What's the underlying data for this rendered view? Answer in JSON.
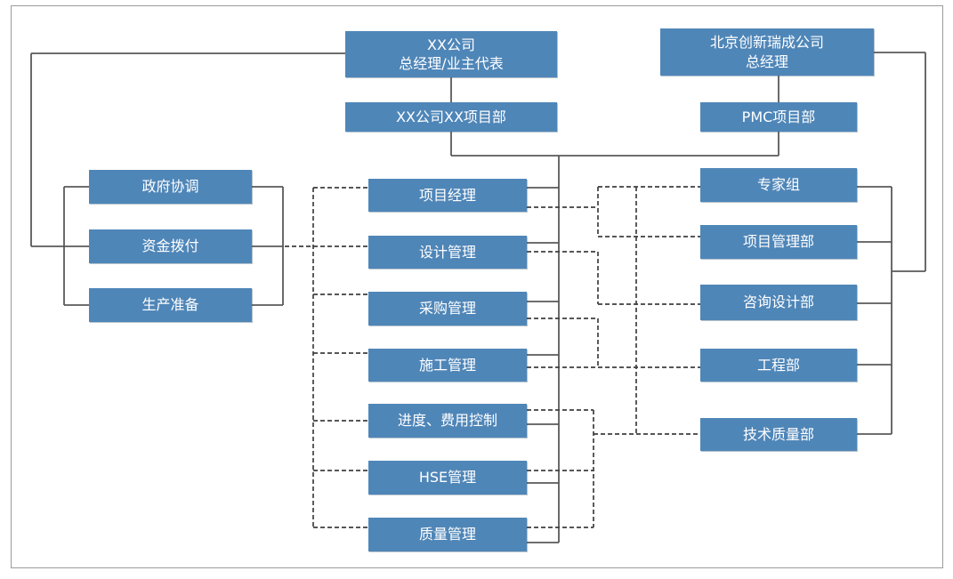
{
  "diagram": {
    "type": "org-chart",
    "colors": {
      "background": "#ffffff",
      "node_fill": "#4f86b8",
      "node_text": "#ffffff",
      "solid_line": "#595959",
      "dashed_line": "#3f3f3f",
      "border": "#9b9b9b"
    },
    "nodes": {
      "owner_gm": {
        "label": "XX公司\n总经理/业主代表"
      },
      "owner_project_dept": {
        "label": "XX公司XX项目部"
      },
      "pmc_gm": {
        "label": "北京创新瑞成公司\n总经理"
      },
      "pmc_project_dept": {
        "label": "PMC项目部"
      },
      "gov_coordination": {
        "label": "政府协调"
      },
      "fund_allocation": {
        "label": "资金拨付"
      },
      "production_prep": {
        "label": "生产准备"
      },
      "project_manager": {
        "label": "项目经理"
      },
      "design_mgmt": {
        "label": "设计管理"
      },
      "procurement_mgmt": {
        "label": "采购管理"
      },
      "construction_mgmt": {
        "label": "施工管理"
      },
      "schedule_cost_control": {
        "label": "进度、费用控制"
      },
      "hse_mgmt": {
        "label": "HSE管理"
      },
      "quality_mgmt": {
        "label": "质量管理"
      },
      "expert_group": {
        "label": "专家组"
      },
      "project_mgmt_dept": {
        "label": "项目管理部"
      },
      "consulting_design_dept": {
        "label": "咨询设计部"
      },
      "engineering_dept": {
        "label": "工程部"
      },
      "tech_quality_dept": {
        "label": "技术质量部"
      }
    },
    "edges": [
      {
        "from": "owner_gm",
        "to": "owner_project_dept",
        "style": "solid"
      },
      {
        "from": "owner_gm",
        "to": "gov_coordination",
        "style": "solid"
      },
      {
        "from": "owner_gm",
        "to": "fund_allocation",
        "style": "solid"
      },
      {
        "from": "owner_gm",
        "to": "production_prep",
        "style": "solid"
      },
      {
        "from": "pmc_gm",
        "to": "pmc_project_dept",
        "style": "solid"
      },
      {
        "from": "pmc_gm",
        "to": "expert_group",
        "style": "solid"
      },
      {
        "from": "pmc_gm",
        "to": "project_mgmt_dept",
        "style": "solid"
      },
      {
        "from": "pmc_gm",
        "to": "consulting_design_dept",
        "style": "solid"
      },
      {
        "from": "pmc_gm",
        "to": "engineering_dept",
        "style": "solid"
      },
      {
        "from": "pmc_gm",
        "to": "tech_quality_dept",
        "style": "solid"
      },
      {
        "from": "owner_project_dept",
        "to": "project_manager",
        "style": "solid"
      },
      {
        "from": "owner_project_dept",
        "to": "design_mgmt",
        "style": "solid"
      },
      {
        "from": "owner_project_dept",
        "to": "procurement_mgmt",
        "style": "solid"
      },
      {
        "from": "owner_project_dept",
        "to": "construction_mgmt",
        "style": "solid"
      },
      {
        "from": "owner_project_dept",
        "to": "schedule_cost_control",
        "style": "solid"
      },
      {
        "from": "owner_project_dept",
        "to": "hse_mgmt",
        "style": "solid"
      },
      {
        "from": "owner_project_dept",
        "to": "quality_mgmt",
        "style": "solid"
      },
      {
        "from": "pmc_project_dept",
        "to": "project_manager",
        "style": "solid"
      },
      {
        "from": "pmc_project_dept",
        "to": "design_mgmt",
        "style": "solid"
      },
      {
        "from": "pmc_project_dept",
        "to": "procurement_mgmt",
        "style": "solid"
      },
      {
        "from": "pmc_project_dept",
        "to": "construction_mgmt",
        "style": "solid"
      },
      {
        "from": "pmc_project_dept",
        "to": "schedule_cost_control",
        "style": "solid"
      },
      {
        "from": "pmc_project_dept",
        "to": "hse_mgmt",
        "style": "solid"
      },
      {
        "from": "pmc_project_dept",
        "to": "quality_mgmt",
        "style": "solid"
      },
      {
        "from": "fund_allocation",
        "to": "design_mgmt",
        "style": "dashed"
      },
      {
        "from": "project_manager",
        "to": "expert_group",
        "style": "dashed"
      },
      {
        "from": "project_manager",
        "to": "project_mgmt_dept",
        "style": "dashed"
      },
      {
        "from": "design_mgmt",
        "to": "consulting_design_dept",
        "style": "dashed"
      },
      {
        "from": "procurement_mgmt",
        "to": "engineering_dept",
        "style": "dashed"
      },
      {
        "from": "construction_mgmt",
        "to": "engineering_dept",
        "style": "dashed"
      },
      {
        "from": "schedule_cost_control",
        "to": "tech_quality_dept",
        "style": "dashed"
      },
      {
        "from": "hse_mgmt",
        "to": "tech_quality_dept",
        "style": "dashed"
      },
      {
        "from": "quality_mgmt",
        "to": "tech_quality_dept",
        "style": "dashed"
      }
    ]
  }
}
